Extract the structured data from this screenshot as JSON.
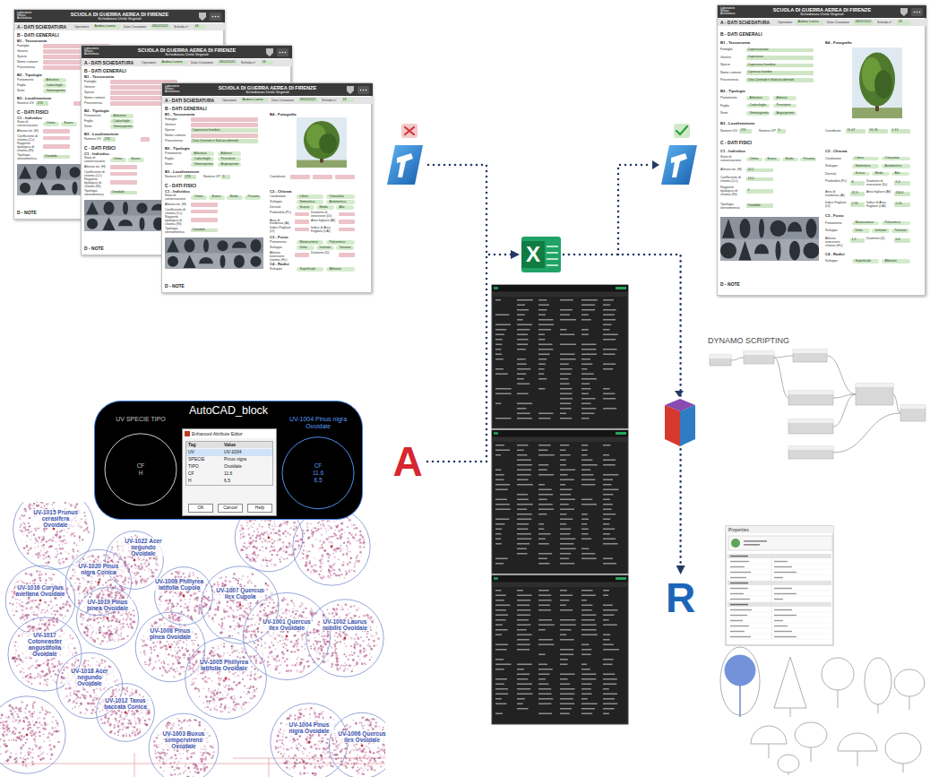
{
  "diagram": {
    "nodes": [
      {
        "text": [
          "Laboratorio Rilievo Architettura",
          "SCUOLA DI GUERRA AEREA DI FIRENZE",
          "Schedatura Unità Vegetali",
          "A - DATI SCHEDATURA",
          "Operatore",
          "Andrea Lumini",
          "Data Creazione",
          "28/02/2022",
          "Scheda n°",
          "18",
          "B - DATI GENERALI",
          "B1 - Tassonomia",
          "Famiglia",
          "Genere",
          "Specie",
          "Nome comune",
          "Provenienza",
          "B2 - Tipologia",
          "Portamento",
          "Arbustivo",
          "Foglia",
          "Caducifoglie",
          "Semi",
          "Gimnosperme",
          "B3 - Localizzazione",
          "Numero UV",
          "276",
          "C - DATI FISICI",
          "C1 - Individuo",
          "Stato di conservazione",
          "Ottimo",
          "Buono",
          "Altezza tot. (H)",
          "Coefficiente di chioma (Cc)",
          "Rapporto tipologico di chioma (Rt)",
          "Tipologia stereometrica",
          "Ovoidale",
          "D - NOTE"
        ]
      },
      {
        "text": [
          "Laboratorio Rilievo Architettura",
          "SCUOLA DI GUERRA AEREA DI FIRENZE",
          "Schedatura Unità Vegetali",
          "A - DATI SCHEDATURA",
          "Operatore",
          "Andrea Lumini",
          "Data Creazione",
          "28/02/2022",
          "Scheda n°",
          "18",
          "B - DATI GENERALI",
          "B1 - Tassonomia",
          "Famiglia",
          "Genere",
          "Specie",
          "Nome comune",
          "Provenienza",
          "B2 - Tipologia",
          "Portamento",
          "Arbustivo",
          "Foglia",
          "Caducifoglie",
          "Semi",
          "Gimnosperme",
          "B3 - Localizzazione",
          "Numero UV",
          "276",
          "C - DATI FISICI",
          "C1 - Individuo",
          "Stato di conservazione",
          "Ottimo",
          "Buono",
          "Altezza tot. (H)",
          "Coefficiente di chioma (Cc)",
          "Rapporto tipologico di chioma (Rt)",
          "Tipologia stereometrica",
          "Ovoidale",
          "D - NOTE"
        ]
      },
      {
        "text": [
          "Laboratorio Rilievo Architettura",
          "SCUOLA DI GUERRA AEREA DI FIRENZE",
          "Schedatura Unità Vegetali",
          "A - DATI SCHEDATURA",
          "Operatore",
          "Andrea Lumini",
          "Data Creazione",
          "28/02/2022",
          "Scheda n°",
          "18",
          "B - DATI GENERALI",
          "B1 - Tassonomia",
          "Famiglia",
          "Genere",
          "Specie",
          "Cupressus funebris",
          "Nome comune",
          "Provenienza",
          "Cina Centrale e Sud-occidentale",
          "B4 - Fotografia",
          "B2 - Tipologia",
          "Portamento",
          "Arbustivo",
          "Arboreo",
          "Foglia",
          "Caducifoglie",
          "Persistenti",
          "Semi",
          "Gimnosperme",
          "Angiosperme",
          "B3 - Localizzazione",
          "Numero UV",
          "276",
          "Numero UP",
          "5",
          "Coordinate",
          "C - DATI FISICI",
          "C1 - Individuo",
          "Stato di conservazione",
          "Ottimo",
          "Buono",
          "Medio",
          "Pessimo",
          "Altezza tot. (H)",
          "Coefficiente di chioma (Cc)",
          "Rapporto tipologico di chioma (Rt)",
          "Tipologia stereometrica",
          "Ovoidale",
          "C2 - Chioma",
          "Condizione",
          "Libera",
          "Ostacolata",
          "Sviluppo",
          "Simmetrica",
          "Asimmetrica",
          "Densità",
          "Scarsa",
          "Media",
          "Alta",
          "Profondità (Pc)",
          "Diametro di inserzione (Di)",
          "Area di insidenza (Ai)",
          "Area fogliare (Af)",
          "Indice Fogliare (Lf)",
          "Indice di Area Fogliare (LAI)",
          "C3 - Fusto",
          "Portamento",
          "Monocormico",
          "Policormico",
          "Sviluppo",
          "Dritto",
          "Inclinato",
          "Tortuoso",
          "Altezza inserzione chioma (Hc)",
          "Diametro (D)",
          "C4 - Radici",
          "Sviluppo",
          "Superficiale",
          "Affioranti",
          "D - NOTE"
        ]
      },
      {
        "text": [
          "Laboratorio Rilievo Architettura",
          "SCUOLA DI GUERRA AEREA DI FIRENZE",
          "Schedatura Unità Vegetali",
          "A - DATI SCHEDATURA",
          "Operatore",
          "Andrea Lumini",
          "Data Creazione",
          "28/02/2022",
          "Scheda n°",
          "18",
          "B - DATI GENERALI",
          "B1 - Tassonomia",
          "Famiglia",
          "Cupressaceae",
          "Genere",
          "Cupressus",
          "Specie",
          "Cupressus funebris",
          "Nome comune",
          "Cipresso funebre",
          "Provenienza",
          "Cina Centrale e Sud-occidentale",
          "B4 - Fotografia",
          "B2 - Tipologia",
          "Portamento",
          "Arbustivo",
          "Arboreo",
          "Foglia",
          "Caducifoglie",
          "Persistenti",
          "Semi",
          "Gimnosperme",
          "Angiosperme",
          "B3 - Localizzazione",
          "Numero UV",
          "276",
          "Numero UP",
          "5",
          "Coordinate",
          "11.07",
          "91.26",
          "0.12",
          "C - DATI FISICI",
          "C1 - Individuo",
          "Stato di conservazione",
          "Ottimo",
          "Buono",
          "Medio",
          "Pessimo",
          "Altezza tot. (H)",
          "10.5",
          "Coefficiente di chioma (Cc)",
          "13.0",
          "Rapporto tipologico di chioma (Rt)",
          "1",
          "Tipologia stereometrica",
          "Ovoidale",
          "C2 - Chioma",
          "Condizione",
          "Libera",
          "Ostacolata",
          "Sviluppo",
          "Simmetrica",
          "Asimmetrica",
          "Densità",
          "Scarsa",
          "Media",
          "Alta",
          "Profondità (Pc)",
          "8",
          "Diametro di inserzione (Di)",
          "5.4",
          "Area di insidenza (Ai)",
          "22.9",
          "Area fogliare (Af)",
          "118.3",
          "Indice Fogliare (Lf)",
          "2.93",
          "Indice di Area Fogliare (LAI)",
          "5.16",
          "C3 - Fusto",
          "Portamento",
          "Monocormico",
          "Policormico",
          "Sviluppo",
          "Dritto",
          "Inclinato",
          "Tortuoso",
          "Altezza inserzione chioma (Hc)",
          "1.5",
          "Diametro (D)",
          "0.6",
          "C4 - Radici",
          "Sviluppo",
          "Superficiale",
          "Affioranti",
          "D - NOTE"
        ]
      },
      {
        "text": [
          "X"
        ]
      },
      {
        "text": [
          "AutoCAD_block"
        ]
      },
      {
        "text": [
          "UV SPECIE TIPO",
          "CF",
          "H"
        ],
        "in": 5
      },
      {
        "text": [
          "Enhanced Attribute Editor",
          "Tag",
          "Value",
          "UV",
          "UV-1004",
          "SPECIE",
          "Pinus nigra",
          "TIPO",
          "Ovoidale",
          "CF",
          "11.6",
          "H",
          "6.5",
          "OK",
          "Cancel",
          "Help"
        ],
        "in": 5
      },
      {
        "text": [
          "UV-1004 Pinus nigra Ovoidale",
          "CF",
          "11.6",
          "6.5"
        ],
        "in": 5
      },
      {
        "text": [
          "A"
        ]
      },
      {
        "text": [
          "R"
        ]
      }
    ],
    "edges": [
      {
        "from": 9,
        "to": 4,
        "arrow": "to"
      },
      {
        "from": 4,
        "to": 10,
        "arrow": "to"
      }
    ],
    "labels": [
      "DYNAMO SCRIPTING",
      "Properties",
      "UV-1015 Prunus cerasifera Ovoidale",
      "UV-1022 Acer negundo Ovoidale",
      "UV-1020 Pinus nigra Conica",
      "UV-1016 Corylus avellana Ovoidale",
      "UV-1019 Pinus pinea Ovoidale",
      "UV-1009 Phillyrea latifolia Cupola",
      "UV-1007 Quercus ilex Cupola",
      "UV-1008 Pinus pinea Ovoidale",
      "UV-1017 Cotoneaster angustifolia Ovoidale",
      "UV-1018 Acer negundo Ovoidale",
      "UV-1005 Phillyrea latifolia Ovoidale",
      "UV-1012 Taxus baccata Conica",
      "UV-1003 Buxus sempervirens Ovoidale",
      "UV-1001 Quercus ilex Ovoidale",
      "UV-1002 Laurus nobilis Ovoidale",
      "UV-1004 Pinus nigra Ovoidale",
      "UV-1006 Quercus ilex Ovoidale"
    ]
  }
}
